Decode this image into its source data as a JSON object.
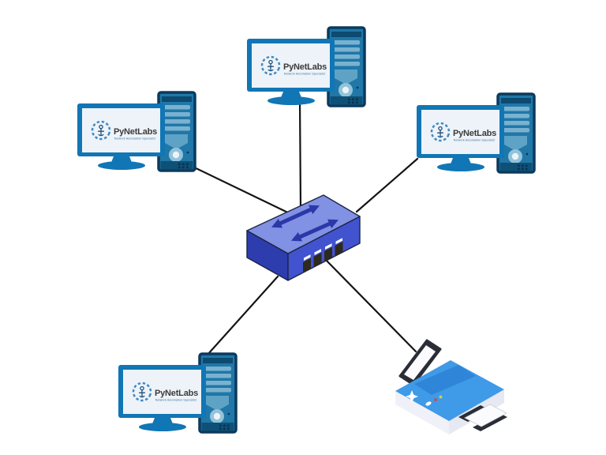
{
  "diagram": {
    "type": "network-topology",
    "description": "Star topology with a central switch connecting four computers and a printer",
    "switch": {
      "name": "network-switch",
      "port_count": 4
    },
    "computers": [
      {
        "id": "computer-top",
        "position": "top-center",
        "screen_brand": "PyNetLabs",
        "screen_tagline": "Network Automation Specialist"
      },
      {
        "id": "computer-left",
        "position": "middle-left",
        "screen_brand": "PyNetLabs",
        "screen_tagline": "Network Automation Specialist"
      },
      {
        "id": "computer-right",
        "position": "middle-right",
        "screen_brand": "PyNetLabs",
        "screen_tagline": "Network Automation Specialist"
      },
      {
        "id": "computer-bottom-left",
        "position": "bottom-left",
        "screen_brand": "PyNetLabs",
        "screen_tagline": "Network Automation Specialist"
      }
    ],
    "printer": {
      "id": "printer-bottom-right",
      "position": "bottom-right"
    },
    "connections": [
      {
        "from": "computer-top",
        "to": "network-switch"
      },
      {
        "from": "computer-left",
        "to": "network-switch"
      },
      {
        "from": "computer-right",
        "to": "network-switch"
      },
      {
        "from": "computer-bottom-left",
        "to": "network-switch"
      },
      {
        "from": "printer-bottom-right",
        "to": "network-switch"
      }
    ]
  },
  "colors": {
    "background": "#ffffff",
    "cable": "#141414",
    "monitor_bezel": "#1176b5",
    "monitor_screen": "#edf3f8",
    "tower_body": "#2077a8",
    "tower_outline": "#0b3a5e",
    "tower_cap": "#0d4a70",
    "tower_vents": "#79b2d0",
    "switch_top": "#8191e3",
    "switch_front": "#4253cf",
    "switch_side": "#2e3dae",
    "switch_arrows": "#2a38a8",
    "port_dark": "#2e2a1c",
    "port_slot": "#ffffff",
    "printer_top": "#3f9ae8",
    "printer_inset": "#2f86d8",
    "printer_body_left": "#f0f1f8",
    "printer_body_right": "#e6e8f2",
    "printer_dark": "#2b2d36",
    "paper_white": "#fbfbfe",
    "logo_ring": "#4289c2",
    "logo_glyph": "#1d4f7c",
    "brand_text": "#3b3b3b",
    "tagline_text": "#2b6a9e",
    "button_red": "#d64545",
    "button_yellow": "#cbd24e"
  }
}
